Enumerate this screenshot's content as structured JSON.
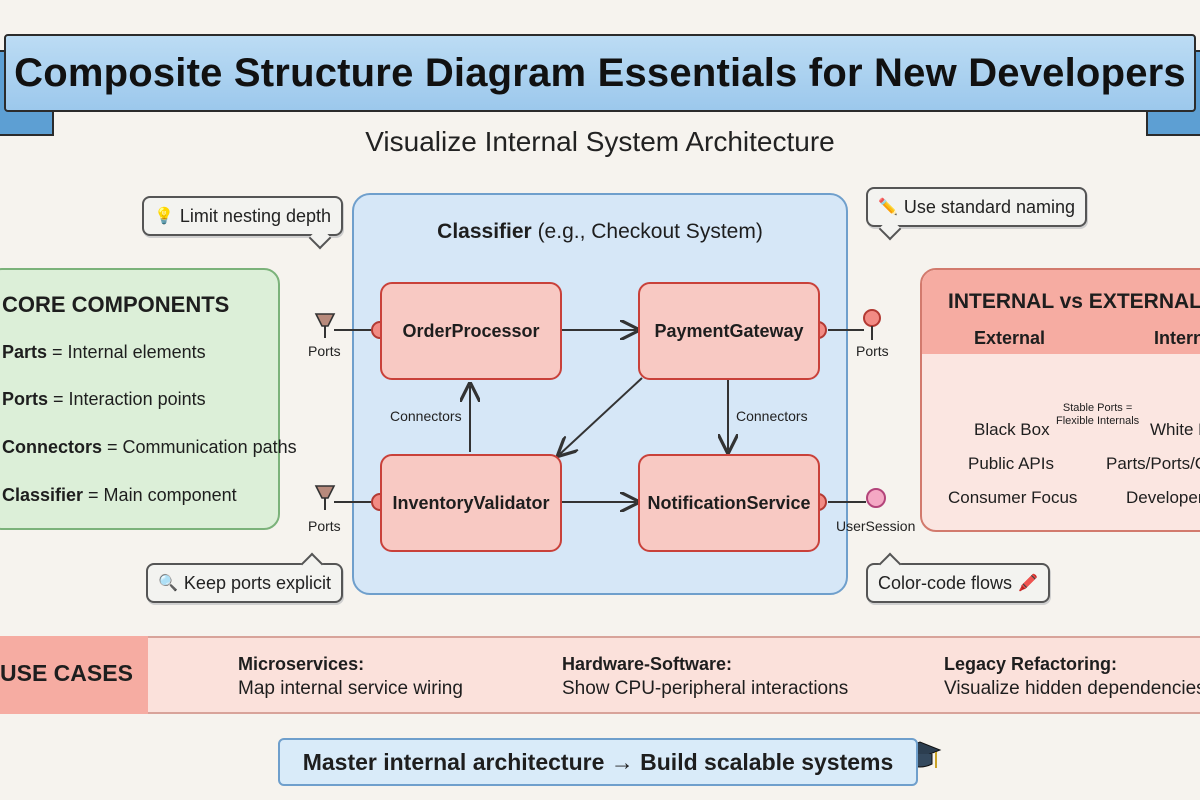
{
  "title": "Composite Structure Diagram Essentials for New Developers",
  "subtitle": "Visualize Internal System Architecture",
  "tips": {
    "nesting": "Limit nesting depth",
    "naming": "Use standard naming",
    "ports": "Keep ports explicit",
    "color": "Color-code flows"
  },
  "core_components": {
    "title": "CORE COMPONENTS",
    "items": [
      {
        "term": "Parts",
        "desc": " = Internal elements"
      },
      {
        "term": "Ports",
        "desc": " = Interaction points"
      },
      {
        "term": "Connectors",
        "desc": " = Communication paths"
      },
      {
        "term": "Classifier",
        "desc": " = Main component"
      }
    ]
  },
  "classifier": {
    "title_bold": "Classifier",
    "title_rest": " (e.g., Checkout System)",
    "parts": {
      "order": "OrderProcessor",
      "payment": "PaymentGateway",
      "inventory": "InventoryValidator",
      "notification": "NotificationService"
    },
    "connector_label_left": "Connectors",
    "connector_label_right": "Connectors",
    "port_label_top_left": "Ports",
    "port_label_bottom_left": "Ports",
    "port_label_top_right": "Ports",
    "port_label_bottom_right": "UserSession"
  },
  "internal_vs_external": {
    "title": "INTERNAL vs EXTERNAL V",
    "col_external": "External",
    "col_internal": "Intern",
    "external": [
      "Black Box",
      "Public APIs",
      "Consumer Focus"
    ],
    "arrow_note_1": "Stable Ports =",
    "arrow_note_2": "Flexible Internals",
    "internal": [
      "White B",
      "Parts/Ports/C",
      "Developer"
    ]
  },
  "use_cases": {
    "label": "USE CASES",
    "items": [
      {
        "title": "Microservices:",
        "desc": "Map internal service wiring",
        "icon": "link-icon"
      },
      {
        "title": "Hardware-Software:",
        "desc": "Show CPU-peripheral interactions",
        "icon": "gear-icon"
      },
      {
        "title": "Legacy Refactoring:",
        "desc": "Visualize hidden dependencies",
        "icon": "refresh-icon"
      }
    ]
  },
  "footer": "Master internal architecture → Build scalable systems",
  "colors": {
    "banner": "#9cc8ec",
    "core_bg": "#dcefd8",
    "classifier_bg": "#d6e7f7",
    "part_bg": "#f8c9c3",
    "part_border": "#c9413a",
    "ivx_head": "#f6aca2",
    "usecase_bg": "#fbe1db"
  }
}
